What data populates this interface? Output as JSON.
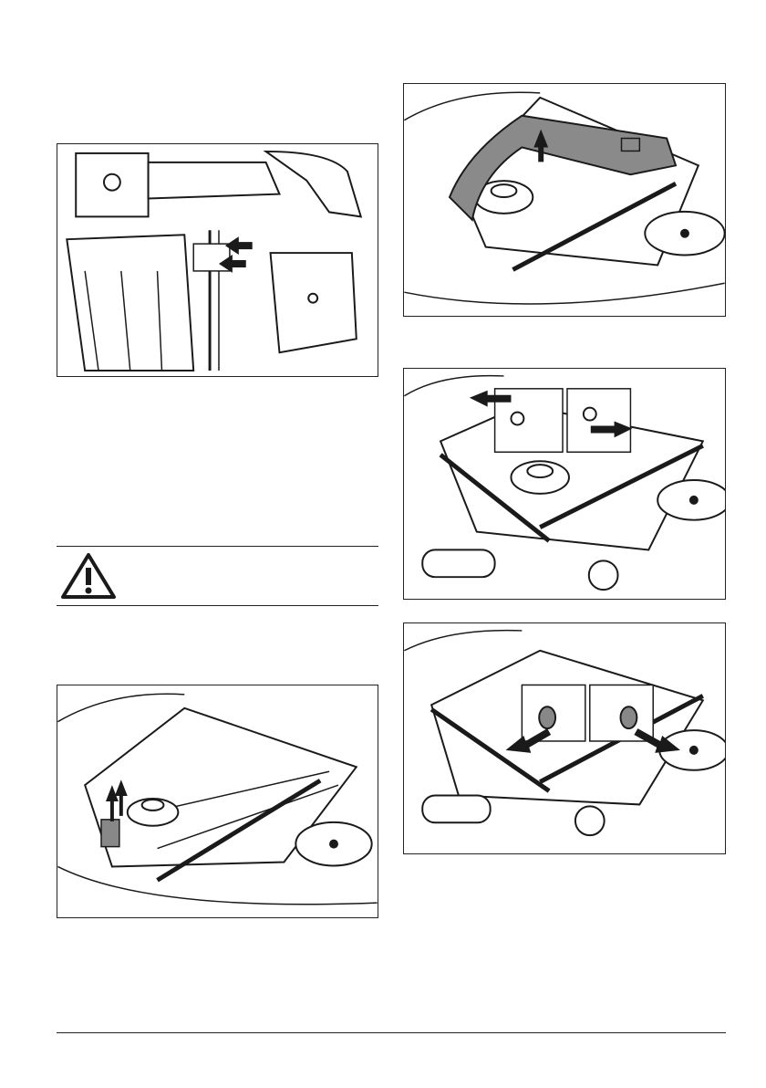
{
  "warning": {
    "icon": "warning-triangle-icon",
    "text": ""
  },
  "footer": {
    "text": ""
  },
  "figures": {
    "top_left": {
      "arrows": 2
    },
    "bottom_left": {
      "arrows": 2
    },
    "top_right": {
      "arrows": 1
    },
    "mid_right": {
      "arrows": 2
    },
    "bottom_right": {
      "arrows": 2
    }
  },
  "colors": {
    "line": "#1a1a1a",
    "highlight": "#8a8a8a",
    "background": "#ffffff"
  }
}
